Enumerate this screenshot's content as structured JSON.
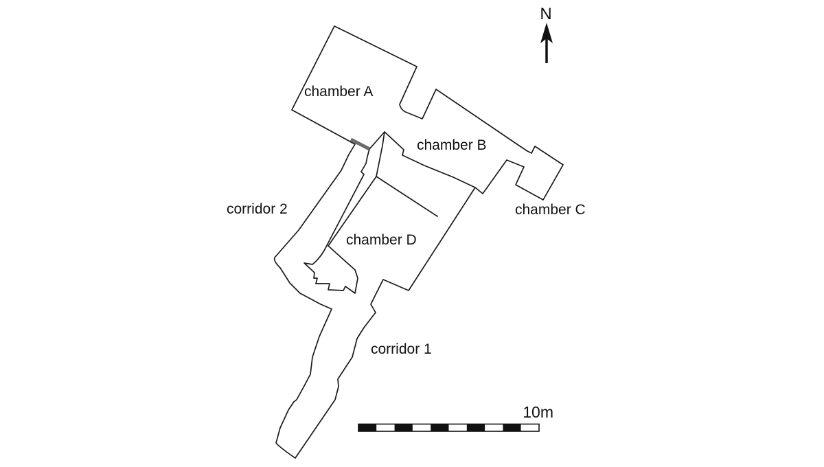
{
  "diagram": {
    "kind": "site-plan",
    "labels": {
      "chamber_a": "chamber A",
      "chamber_b": "chamber B",
      "chamber_c": "chamber C",
      "chamber_d": "chamber D",
      "corridor_1": "corridor 1",
      "corridor_2": "corridor 2"
    },
    "north_arrow": {
      "label": "N"
    },
    "scale_bar": {
      "label": "10m",
      "segments": 10
    },
    "colors": {
      "outline": "#1a1a1a",
      "blocked_entrance": "#6b6b6b",
      "background": "#ffffff"
    }
  }
}
